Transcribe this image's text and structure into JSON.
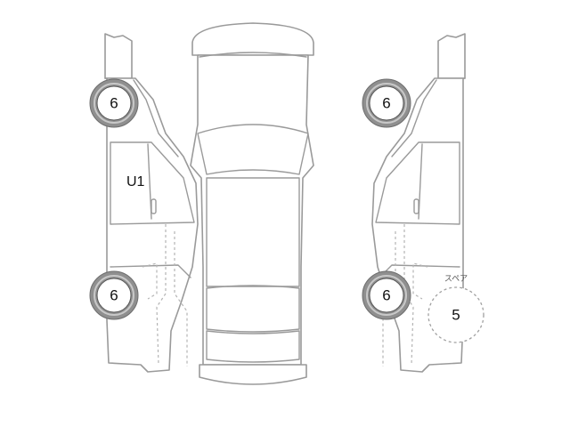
{
  "tires": {
    "front_left": "6",
    "front_right": "6",
    "rear_left": "6",
    "rear_right": "6"
  },
  "markers": {
    "left_door": "U1"
  },
  "spare": {
    "title": "スペア",
    "value": "5"
  }
}
